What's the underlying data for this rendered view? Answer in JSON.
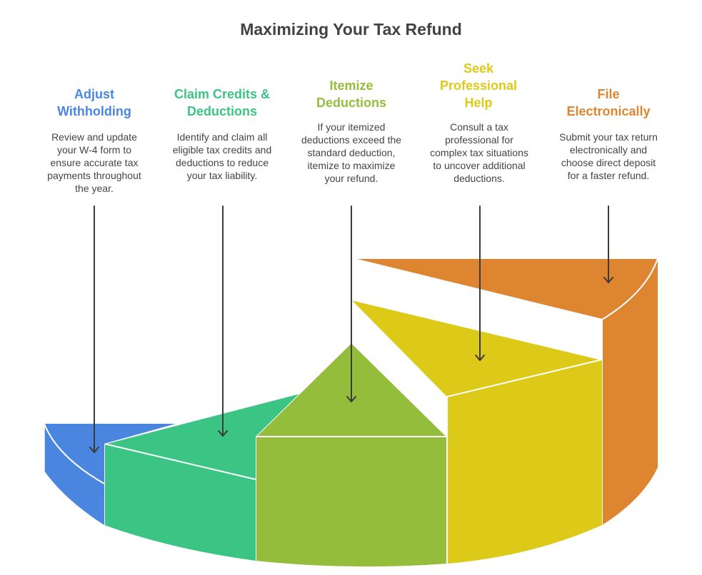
{
  "title": "Maximizing Your Tax Refund",
  "steps": [
    {
      "heading_lines": [
        "Adjust",
        "Withholding"
      ],
      "description": "Review and update your W-4 form to ensure accurate tax payments throughout the year.",
      "color": "#4A86E0"
    },
    {
      "heading_lines": [
        "Claim Credits &",
        "Deductions"
      ],
      "description": "Identify and claim all eligible tax credits and deductions to reduce your tax liability.",
      "color": "#3CC485"
    },
    {
      "heading_lines": [
        "Itemize",
        "Deductions"
      ],
      "description": "If your itemized deductions exceed the standard deduction, itemize to maximize your refund.",
      "color": "#94BD3C"
    },
    {
      "heading_lines": [
        "Seek",
        "Professional",
        "Help"
      ],
      "description": "Consult a tax professional for complex tax situations to uncover additional deductions.",
      "color": "#DDCA18"
    },
    {
      "heading_lines": [
        "File",
        "Electronically"
      ],
      "description": "Submit your tax return electronically and choose direct deposit for a faster refund.",
      "color": "#DE8532"
    }
  ]
}
